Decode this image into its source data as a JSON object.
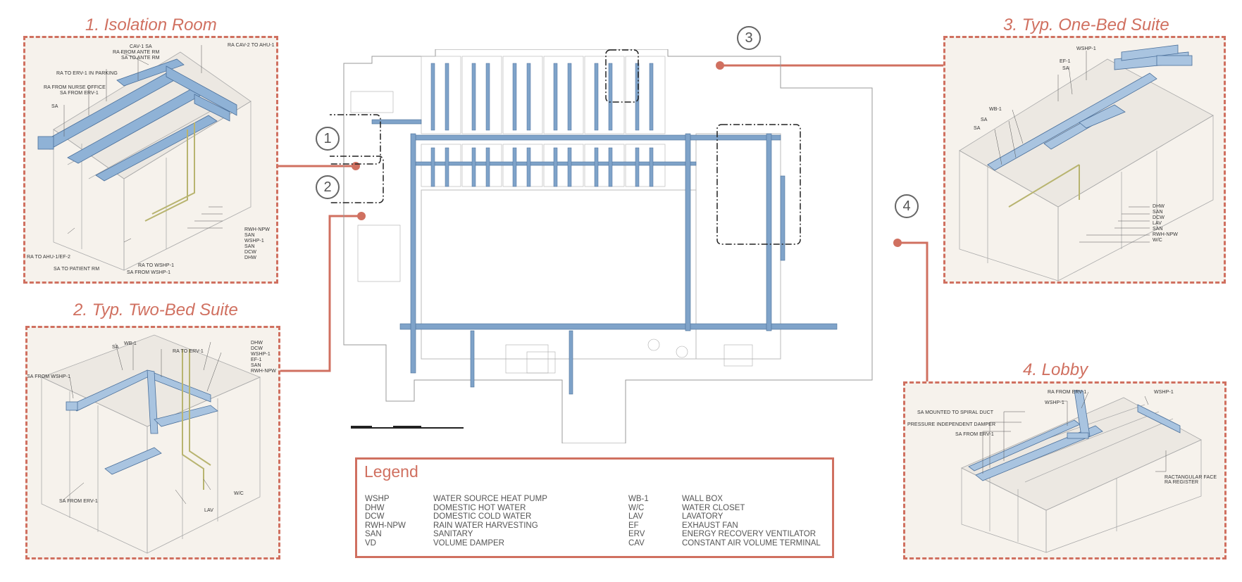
{
  "colors": {
    "accent": "#d07060",
    "duct": "#7fa3c9",
    "duct_dark": "#4a6f9a",
    "pipe": "#b8b470"
  },
  "panels": {
    "isolation": {
      "title": "1. Isolation Room",
      "labels": {
        "cav1_sa": "CAV-1 SA",
        "ra_from_ante": "RA FROM ANTE RM",
        "sa_to_ante": "SA TO ANTE RM",
        "ra_cav2": "RA CAV-2 TO AHU-1",
        "ra_erv_parking": "RA TO ERV-1 IN PARKING",
        "ra_nurse": "RA FROM NURSE OFFICE",
        "sa_from_erv": "SA FROM ERV-1",
        "sa": "SA",
        "rwh_npw": "RWH-NPW",
        "san": "SAN",
        "wshp1": "WSHP-1",
        "san2": "SAN",
        "dcw": "DCW",
        "dhw": "DHW",
        "ra_ahu": "RA TO AHU-1/EF-2",
        "ra_wshp": "RA TO WSHP-1",
        "sa_patient": "SA TO PATIENT RM",
        "sa_from_wshp": "SA FROM WSHP-1"
      }
    },
    "two_bed": {
      "title": "2. Typ. Two-Bed Suite",
      "labels": {
        "wb1": "WB-1",
        "sa": "SA",
        "ra_erv": "RA TO ERV-1",
        "dhw": "DHW",
        "dcw": "DCW",
        "wshp1": "WSHP-1",
        "ef1": "EF-1",
        "san": "SAN",
        "rwh_npw": "RWH-NPW",
        "sa_from_wshp": "SA FROM WSHP-1",
        "sa_from_erv": "SA FROM ERV-1",
        "lav": "LAV",
        "wc": "W/C"
      }
    },
    "one_bed": {
      "title": "3. Typ. One-Bed Suite",
      "labels": {
        "wshp1": "WSHP-1",
        "ef1": "EF-1",
        "sa": "SA",
        "wb1": "WB-1",
        "sa2": "SA",
        "sa3": "SA",
        "dhw": "DHW",
        "san": "SAN",
        "dcw": "DCW",
        "lav": "LAV",
        "san2": "SAN",
        "rwh_npw": "RWH-NPW",
        "wc": "W/C"
      }
    },
    "lobby": {
      "title": "4. Lobby",
      "labels": {
        "ra_from_erv": "RA FROM ERV-1",
        "wshp1_top": "WSHP-1",
        "sa_spiral": "SA MOUNTED TO SPIRAL DUCT",
        "wshp1": "WSHP-1",
        "pressure_damper": "PRESSURE INDEPENDENT DAMPER",
        "sa_from_erv": "SA FROM ERV-1",
        "ra_register": "RACTANGULAR FACE RA REGISTER"
      }
    }
  },
  "callouts": [
    "1",
    "2",
    "3",
    "4"
  ],
  "legend": {
    "title": "Legend",
    "left": [
      {
        "abbr": "WSHP",
        "desc": "WATER SOURCE HEAT PUMP"
      },
      {
        "abbr": "DHW",
        "desc": "DOMESTIC HOT WATER"
      },
      {
        "abbr": "DCW",
        "desc": "DOMESTIC COLD WATER"
      },
      {
        "abbr": "RWH-NPW",
        "desc": "RAIN WATER HARVESTING"
      },
      {
        "abbr": "SAN",
        "desc": "SANITARY"
      },
      {
        "abbr": "VD",
        "desc": "VOLUME DAMPER"
      }
    ],
    "right": [
      {
        "abbr": "WB-1",
        "desc": "WALL BOX"
      },
      {
        "abbr": "W/C",
        "desc": "WATER CLOSET"
      },
      {
        "abbr": "LAV",
        "desc": "LAVATORY"
      },
      {
        "abbr": "EF",
        "desc": "EXHAUST FAN"
      },
      {
        "abbr": "ERV",
        "desc": "ENERGY RECOVERY VENTILATOR"
      },
      {
        "abbr": "CAV",
        "desc": "CONSTANT AIR VOLUME TERMINAL"
      }
    ]
  }
}
